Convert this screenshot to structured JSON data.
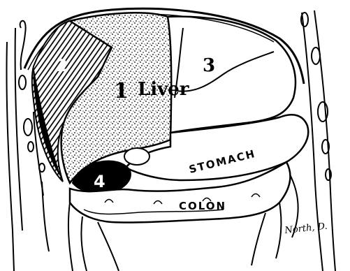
{
  "labels": {
    "region_1": "1",
    "liver": "Liver",
    "region_2": "2",
    "region_3": "3",
    "region_4": "4",
    "stomach": "STOMACH",
    "colon": "COLON"
  },
  "signature": "North, D."
}
